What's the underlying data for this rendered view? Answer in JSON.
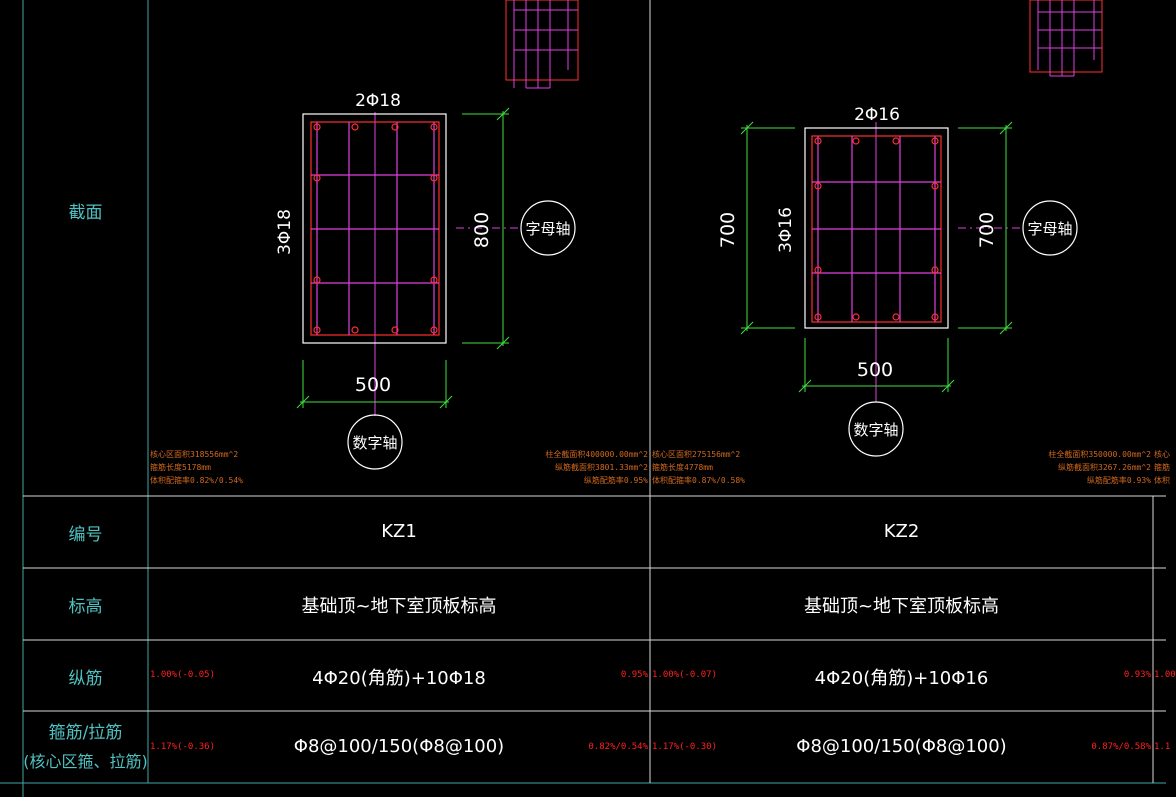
{
  "row_labels": {
    "section": "截面",
    "number": "编号",
    "elevation": "标高",
    "longitudinal": "纵筋",
    "stirrup_line1": "箍筋/拉筋",
    "stirrup_line2": "(核心区箍、拉筋)"
  },
  "columns": [
    {
      "top_bar": "2Φ18",
      "side_bar": "3Φ18",
      "width_dim": "500",
      "height_dim": "800",
      "axis_letter": "字母轴",
      "axis_number": "数字轴",
      "stats_left": [
        "核心区面积318556mm^2",
        "箍筋长度5178mm",
        "体积配箍率0.82%/0.54%"
      ],
      "stats_right": [
        "柱全截面积400000.00mm^2",
        "纵筋截面积3801.33mm^2",
        "纵筋配筋率0.95%"
      ],
      "number": "KZ1",
      "elevation": "基础顶~地下室顶板标高",
      "longitudinal": "4Φ20(角筋)+10Φ18",
      "long_left": "1.00%(-0.05)",
      "long_right": "0.95%",
      "stirrup": "Φ8@100/150(Φ8@100)",
      "stir_left": "1.17%(-0.36)",
      "stir_right": "0.82%/0.54%"
    },
    {
      "top_bar": "2Φ16",
      "side_bar": "3Φ16",
      "width_dim": "500",
      "height_dim_left": "700",
      "height_dim": "700",
      "axis_letter": "字母轴",
      "axis_number": "数字轴",
      "stats_left": [
        "核心区面积275156mm^2",
        "箍筋长度4778mm",
        "体积配箍率0.87%/0.58%"
      ],
      "stats_right": [
        "柱全截面积350000.00mm^2",
        "纵筋截面积3267.26mm^2",
        "纵筋配筋率0.93%"
      ],
      "number": "KZ2",
      "elevation": "基础顶~地下室顶板标高",
      "longitudinal": "4Φ20(角筋)+10Φ16",
      "long_left": "1.00%(-0.07)",
      "long_right": "0.93%",
      "stirrup": "Φ8@100/150(Φ8@100)",
      "stir_left": "1.17%(-0.30)",
      "stir_right": "0.87%/0.58%"
    }
  ],
  "edge_right": {
    "long_left": "1.00",
    "stir_left": "1.1",
    "stats_top": "核心",
    "stats_mid": "箍筋",
    "stats_bot": "体积"
  },
  "colors": {
    "grid_line": "#ffffff",
    "frame_line": "#3fa8a8",
    "label_text": "#4fc1c1",
    "concrete": "#ffffff",
    "rebar_outer": "#ff3030",
    "rebar_ties": "#e040e0",
    "dimension": "#40e040",
    "axis_line": "#e040e0",
    "stats_text": "#d2691e",
    "ratio_red": "#ff2020"
  }
}
